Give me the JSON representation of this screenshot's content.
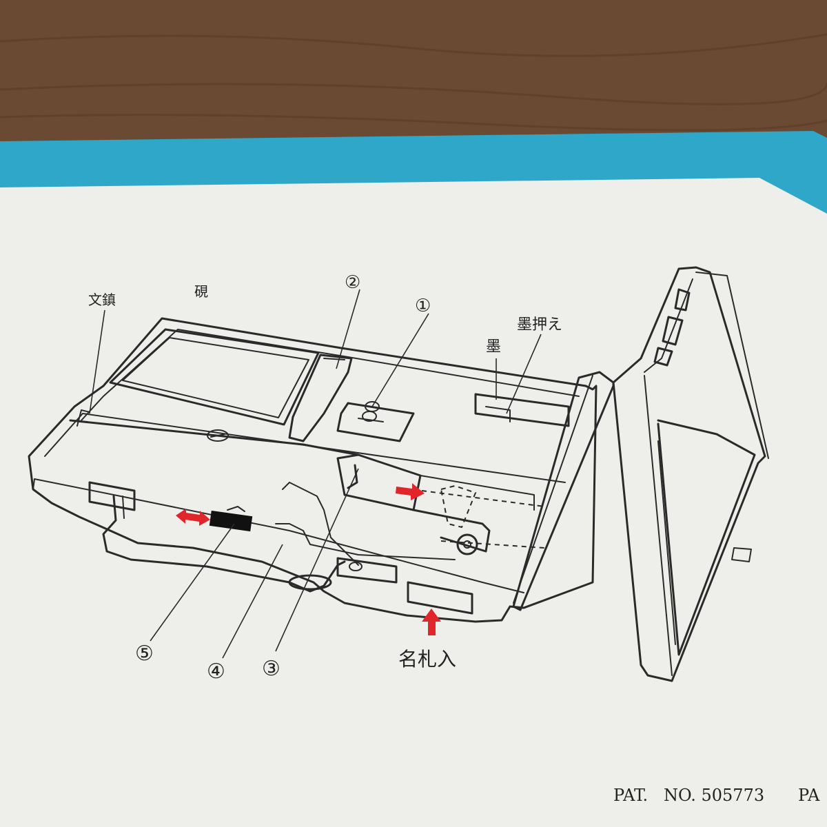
{
  "colors": {
    "table": "#6b4a34",
    "box_lid": "#2ea7c9",
    "paper": "#eeeeea",
    "line": "#2a2a2a",
    "accent_arrow": "#e0262b"
  },
  "labels": {
    "paperweight": "文鎮",
    "inkstone": "硯",
    "ink": "墨",
    "ink_holder": "墨押え",
    "num_1": "①",
    "num_2": "②",
    "num_3": "③",
    "num_4": "④",
    "num_5": "⑤",
    "name_tag_slot": "名札入"
  },
  "footer": {
    "patent_1": "PAT.   NO. 505773",
    "patent_2": "PA"
  },
  "icons": [
    "red-arrow-double-horizontal-icon",
    "red-arrow-right-icon",
    "red-arrow-up-icon"
  ]
}
